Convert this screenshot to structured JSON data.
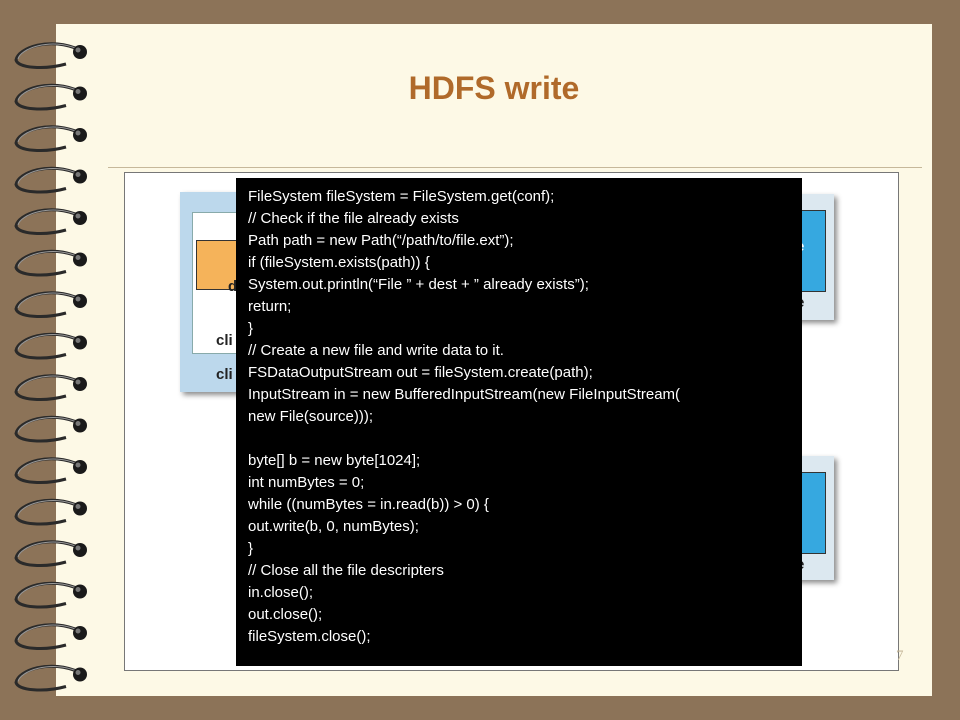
{
  "slide": {
    "title": "HDFS write",
    "page_number": "7",
    "code_lines": [
      "FileSystem fileSystem = FileSystem.get(conf);",
      "// Check if the file already exists",
      "Path path = new Path(“/path/to/file.ext”);",
      "if (fileSystem.exists(path)) {",
      "System.out.println(“File ” + dest + ” already exists”);",
      "return;",
      "}",
      "// Create a new file and write data to it.",
      "FSDataOutputStream out = fileSystem.create(path);",
      "InputStream in = new BufferedInputStream(new FileInputStream(",
      "new File(source)));",
      "",
      "byte[] b = new byte[1024];",
      "int numBytes = 0;",
      "while ((numBytes = in.read(b)) > 0) {",
      "out.write(b, 0, numBytes);",
      "}",
      "// Close all the file descripters",
      "in.close();",
      "out.close();",
      "fileSystem.close();"
    ],
    "background_figure": {
      "left_fragment_1": "cli",
      "left_fragment_2": "cli",
      "left_fragment_3": "d",
      "right_fragment_1": "e",
      "right_fragment_2": "e",
      "right_fragment_3": "e"
    }
  },
  "colors": {
    "background": "#8c7358",
    "slide": "#fdf9e6",
    "title": "#b06a2a",
    "code_bg": "#000000",
    "code_text": "#ffffff"
  }
}
